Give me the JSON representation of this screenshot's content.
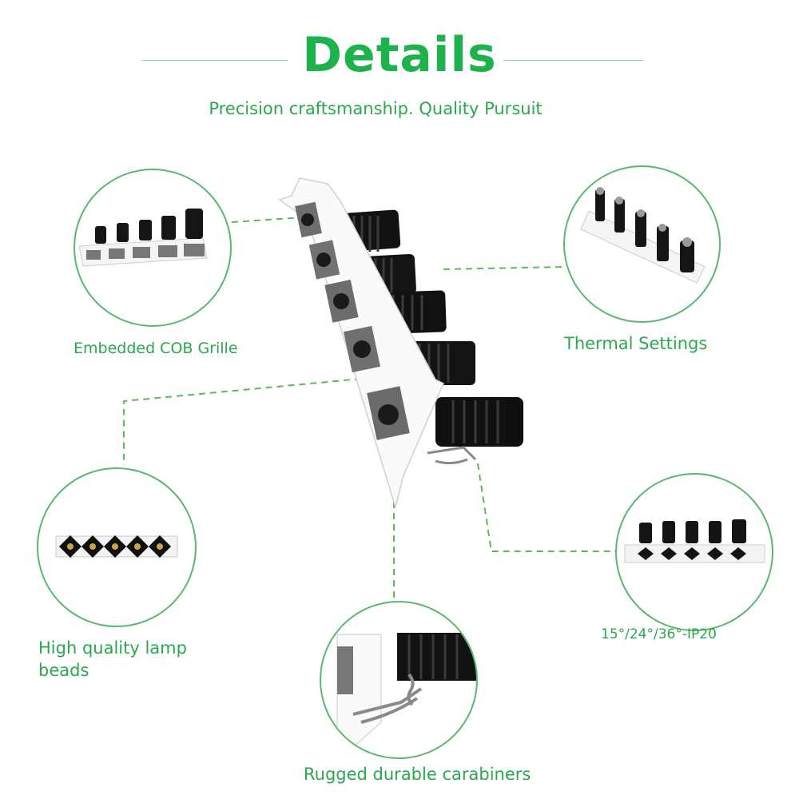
{
  "header": {
    "title": "Details",
    "subtitle": "Precision craftsmanship. Quality Pursuit"
  },
  "features": [
    {
      "label": "Embedded COB Grille"
    },
    {
      "label": "Thermal Settings"
    },
    {
      "label": "High quality lamp beads"
    },
    {
      "label": "15°/24°/36°-IP20"
    },
    {
      "label": "Rugged durable carabiners"
    }
  ],
  "colors": {
    "accent": "#1eb24c",
    "circle_border": "#57b86f",
    "dashed_line": "#5cb85c",
    "heatsink": "#111111",
    "housing": "#ffffff",
    "lens": "#777777"
  }
}
